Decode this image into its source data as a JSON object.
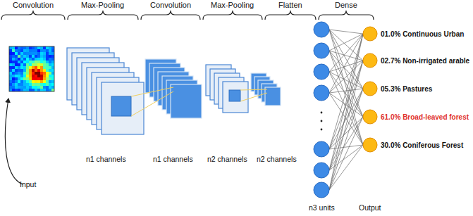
{
  "diagram": {
    "labels": [
      "Convolution",
      "Max-Pooling",
      "Convolution",
      "Max-Pooling",
      "Flatten",
      "Dense",
      "Input",
      "n1 channels",
      "n1 channels",
      "n2 channels",
      "n2 channels",
      "n3 units",
      "Output",
      "01.0% Continuous Urban",
      "02.7% Non-irrigated arable",
      "05.3% Pastures",
      "61.0% Broad-leaved forest",
      "30.0% Coniferous Forest"
    ]
  }
}
